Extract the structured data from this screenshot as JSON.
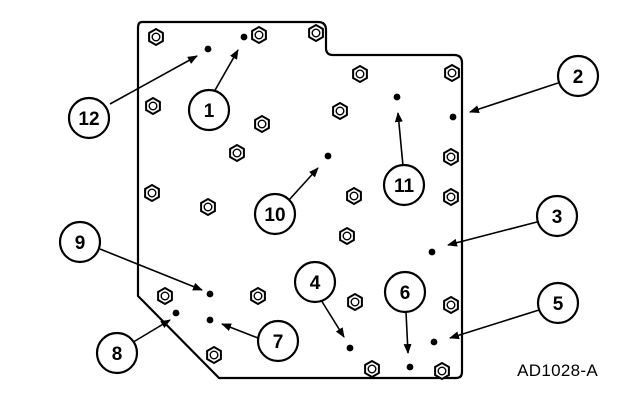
{
  "figure_id": "AD1028-A",
  "callouts": [
    {
      "label": "1"
    },
    {
      "label": "2"
    },
    {
      "label": "3"
    },
    {
      "label": "4"
    },
    {
      "label": "5"
    },
    {
      "label": "6"
    },
    {
      "label": "7"
    },
    {
      "label": "8"
    },
    {
      "label": "9"
    },
    {
      "label": "10"
    },
    {
      "label": "11"
    },
    {
      "label": "12"
    }
  ]
}
